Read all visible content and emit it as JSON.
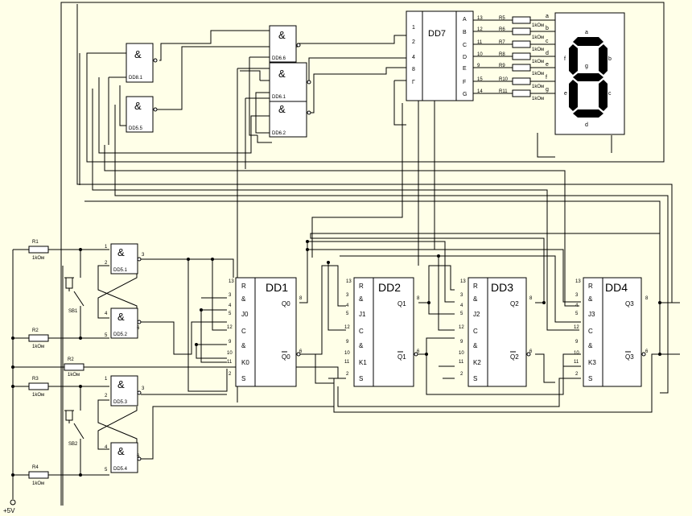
{
  "power": {
    "label": "+5V"
  },
  "resistors": [
    {
      "name": "R1",
      "value": "1kOм"
    },
    {
      "name": "R2",
      "value": "1kOм"
    },
    {
      "name": "R2",
      "value": "1kOм"
    },
    {
      "name": "R3",
      "value": "1kOм"
    },
    {
      "name": "R4",
      "value": "1kOм"
    }
  ],
  "switches": [
    "SB1",
    "SB2"
  ],
  "gates": {
    "amp": "&",
    "dd5_1": "DD5.1",
    "dd5_2": "DD5.2",
    "dd5_3": "DD5.3",
    "dd5_4": "DD5.4",
    "dd5_5": "DD5.5",
    "dd8_1": "DD8.1",
    "dd6_6": "DD6.6",
    "dd6_1": "DD6.1",
    "dd6_2": "DD6.2"
  },
  "decoder": {
    "name": "DD7",
    "inputs": [
      "1",
      "2",
      "4",
      "8",
      "Г"
    ],
    "outputs": [
      "A",
      "B",
      "C",
      "D",
      "E",
      "F",
      "G"
    ],
    "output_pins": [
      "13",
      "12",
      "11",
      "10",
      "9",
      "15",
      "14"
    ],
    "resistors": [
      "R5",
      "R6",
      "R7",
      "R8",
      "R9",
      "R10",
      "R11"
    ],
    "resistor_value": "1kOм",
    "segments": [
      "a",
      "b",
      "c",
      "d",
      "e",
      "f",
      "g"
    ]
  },
  "display": {
    "seg_a": "a",
    "seg_b": "b",
    "seg_c": "c",
    "seg_d": "d",
    "seg_e": "e",
    "seg_f": "f",
    "seg_g": "g"
  },
  "flipflops": [
    {
      "name": "DD1",
      "q": "Q0",
      "qn": "Q0",
      "j": "J0",
      "k": "K0"
    },
    {
      "name": "DD2",
      "q": "Q1",
      "qn": "Q1",
      "j": "J1",
      "k": "K1"
    },
    {
      "name": "DD3",
      "q": "Q2",
      "qn": "Q2",
      "j": "J2",
      "k": "K2"
    },
    {
      "name": "DD4",
      "q": "Q3",
      "qn": "Q3",
      "j": "J3",
      "k": "K3"
    }
  ],
  "ff_pins": {
    "labels": [
      "R",
      "&",
      "J",
      "C",
      "&",
      "K",
      "S"
    ],
    "left_pins": [
      "13",
      "3",
      "4",
      "5",
      "12",
      "9",
      "10",
      "11",
      "2"
    ],
    "q_pin": "8",
    "qn_pin": "6"
  },
  "gate_pins": {
    "in1": "1",
    "in2": "2",
    "out": "3",
    "in4": "4",
    "in5": "5",
    "out6": "6"
  }
}
